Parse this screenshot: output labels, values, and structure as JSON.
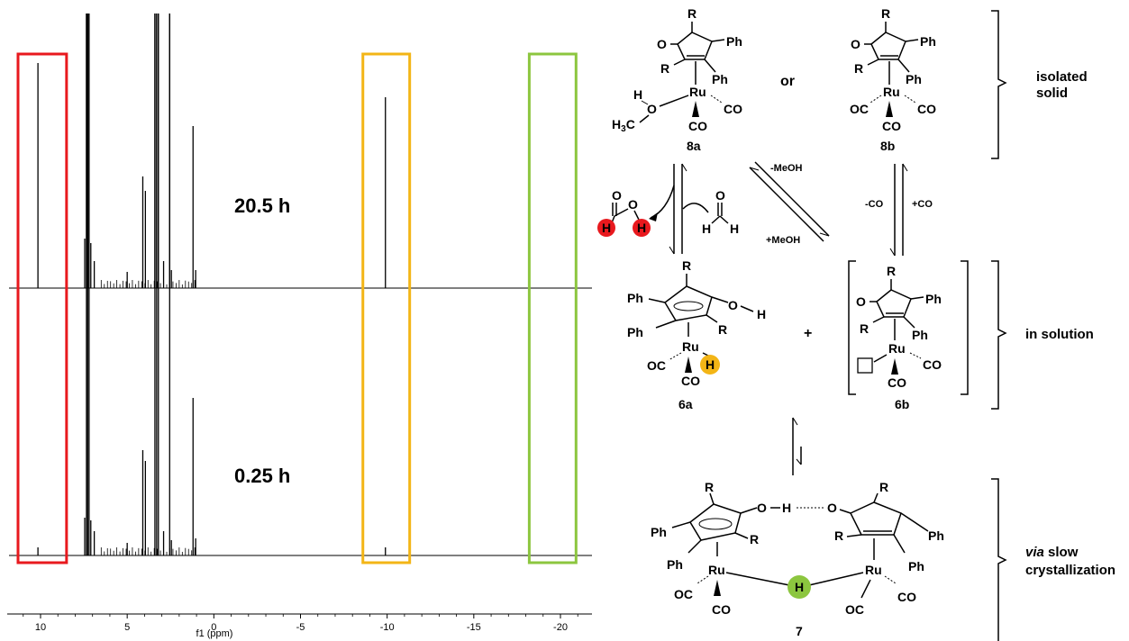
{
  "spectrum": {
    "xlabel": "f1 (ppm)",
    "ticks": [
      "10",
      "5",
      "0",
      "-5",
      "-10",
      "-15",
      "-20"
    ],
    "tick_values": [
      10,
      5,
      0,
      -5,
      -10,
      -15,
      -20
    ],
    "xlim": [
      12,
      -22
    ],
    "traces": [
      {
        "label": "20.5 h"
      },
      {
        "label": "0.25 h"
      }
    ],
    "boxes": [
      {
        "color": "#e8191e",
        "ppm_from": 11.3,
        "ppm_to": 8.5
      },
      {
        "color": "#f3b516",
        "ppm_from": -8.6,
        "ppm_to": -11.3
      },
      {
        "color": "#8cc63f",
        "ppm_from": -18.2,
        "ppm_to": -20.9
      }
    ]
  },
  "scheme": {
    "complexes": {
      "c8a": "8a",
      "c8b": "8b",
      "c6a": "6a",
      "c6b": "6b",
      "c7": "7"
    },
    "or_text": "or",
    "plus_text": "+",
    "arrows": {
      "minus_meoh": "-MeOH",
      "plus_meoh": "+MeOH",
      "minus_co": "-CO",
      "plus_co": "+CO"
    },
    "brackets": {
      "isolated_1": "isolated",
      "isolated_2": "solid",
      "in_solution": "in solution",
      "via_italic": "via",
      "via_rest": " slow",
      "crystallization": "crystallization"
    },
    "colors": {
      "red": "#e8191e",
      "yellow": "#f3b516",
      "green": "#8cc63f"
    }
  }
}
